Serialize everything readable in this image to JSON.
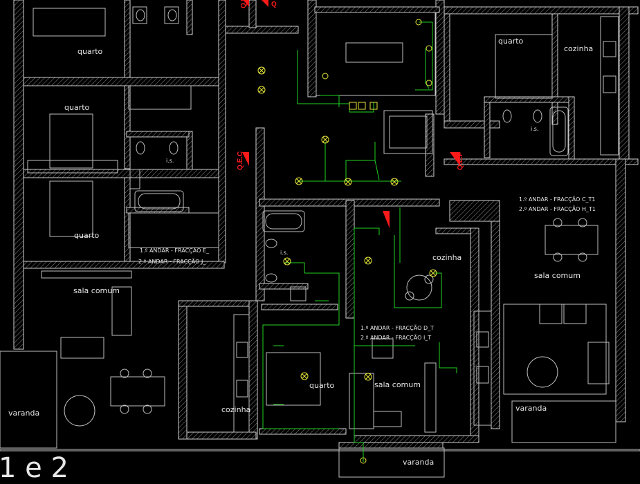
{
  "drawing": {
    "rooms": {
      "quarto_tl1": "quarto",
      "quarto_tl2": "quarto",
      "quarto_tl3": "quarto",
      "quarto_tr": "quarto",
      "quarto_mid": "quarto",
      "cozinha_tr": "cozinha",
      "cozinha_mid": "cozinha",
      "cozinha_bot": "cozinha",
      "sala_comum_l": "sala comum",
      "sala_comum_mid": "sala comum",
      "sala_comum_r": "sala comum",
      "varanda_l": "varanda",
      "varanda_mid": "varanda",
      "varanda_r": "varanda",
      "is_1": "i.s.",
      "is_2": "i.s.",
      "is_3": "i.s."
    },
    "fractions": {
      "e_1": "1.º ANDAR - FRACÇÃO E_",
      "e_2": "2.º ANDAR - FRACÇÃO J_",
      "c_1": "1.º ANDAR - FRACÇÃO C_T1",
      "c_2": "2.º ANDAR - FRACÇÃO H_T1",
      "d_1": "1.º ANDAR - FRACÇÃO D_T",
      "d_2": "2.º ANDAR - FRACÇÃO I_T"
    },
    "tags": {
      "qec_1": "Q.E.C",
      "qec_2": "Q.E.C",
      "qef": "Q.E.F",
      "q_top": "Q"
    },
    "footer_text": "1 e 2",
    "colors": {
      "background": "#000000",
      "walls": "#bfbfbf",
      "circuit": "#1fd31f",
      "fixture": "#e6e63a",
      "panel": "#ff1a1a"
    }
  }
}
